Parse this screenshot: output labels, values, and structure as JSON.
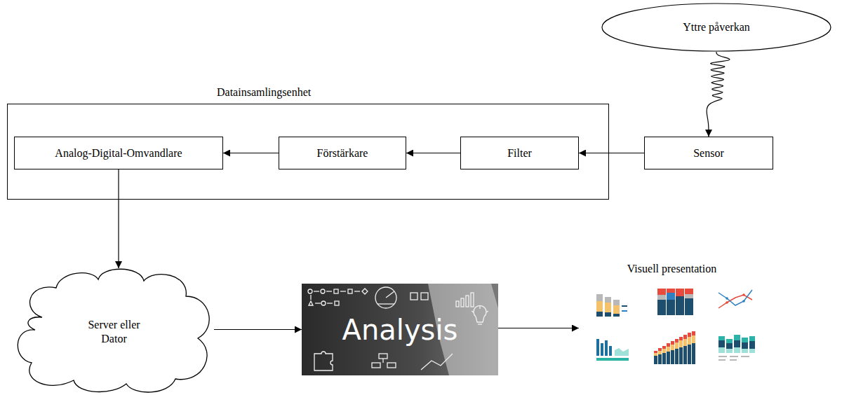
{
  "diagram": {
    "nodes": [
      {
        "text": [
          "Yttre påverkan"
        ]
      },
      {
        "text": [
          "Datainsamlingsenhet"
        ]
      },
      {
        "text": [
          "Analog-Digital-Omvandlare"
        ],
        "in": 1
      },
      {
        "text": [
          "Förstärkare"
        ],
        "in": 1
      },
      {
        "text": [
          "Filter"
        ],
        "in": 1
      },
      {
        "text": [
          "Sensor"
        ]
      },
      {
        "text": [
          "Server eller Dator"
        ]
      },
      {
        "text": [
          "Analysis"
        ]
      },
      {
        "text": [
          "Visuell presentation"
        ]
      }
    ],
    "edges": [
      {
        "from": 0,
        "to": 5,
        "arrow": "to"
      },
      {
        "from": 5,
        "to": 4,
        "arrow": "to"
      },
      {
        "from": 4,
        "to": 3,
        "arrow": "to"
      },
      {
        "from": 3,
        "to": 2,
        "arrow": "to"
      },
      {
        "from": 2,
        "to": 6,
        "arrow": "to"
      },
      {
        "from": 6,
        "to": 7,
        "arrow": "to"
      },
      {
        "from": 7,
        "to": 8,
        "arrow": "to"
      }
    ]
  }
}
